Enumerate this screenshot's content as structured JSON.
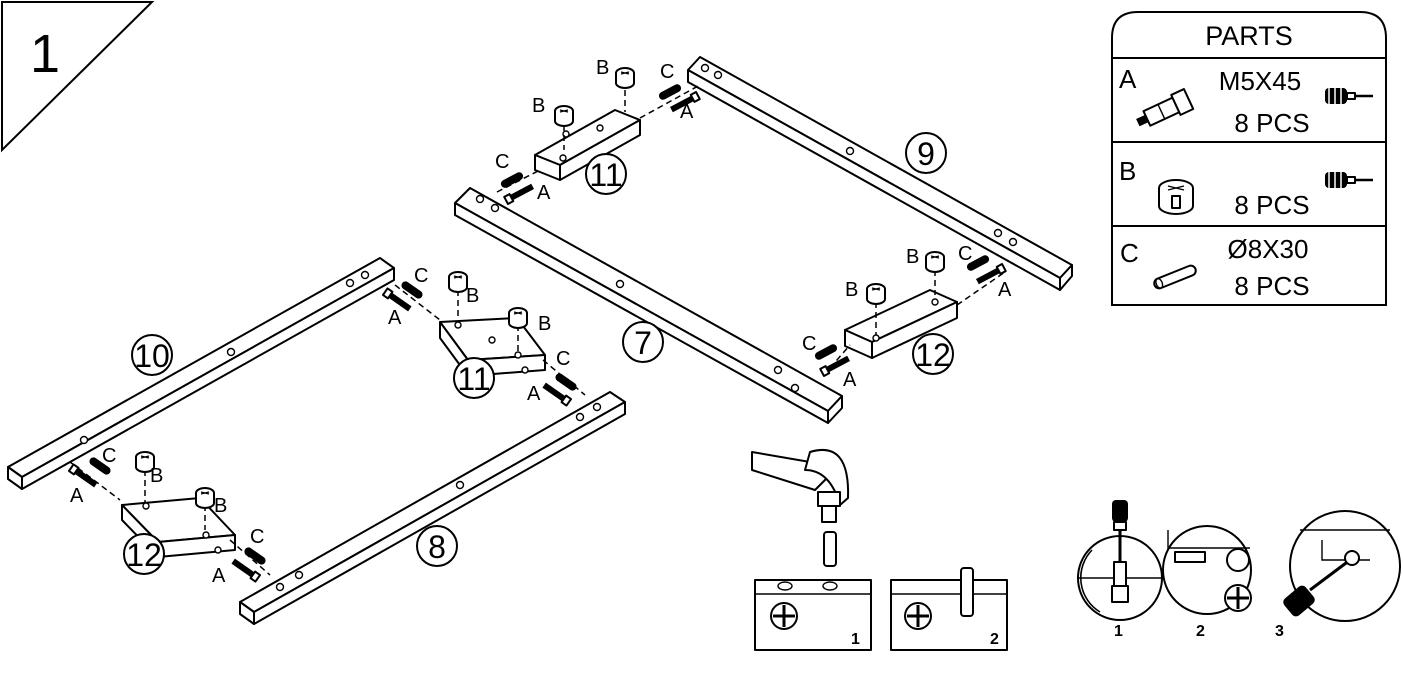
{
  "step": {
    "number": "1"
  },
  "parts_box": {
    "title": "PARTS",
    "rows": [
      {
        "letter": "A",
        "size": "M5X45",
        "qty": "8 PCS",
        "part_icon": "cam-bolt-icon",
        "tool_icon": "screwdriver-icon"
      },
      {
        "letter": "B",
        "size": "",
        "qty": "8 PCS",
        "part_icon": "cam-lock-nut-icon",
        "tool_icon": "screwdriver-icon"
      },
      {
        "letter": "C",
        "size": "Ø8X30",
        "qty": "8 PCS",
        "part_icon": "wooden-dowel-icon",
        "tool_icon": ""
      }
    ]
  },
  "panels": {
    "p7": "7",
    "p8": "8",
    "p9": "9",
    "p10": "10",
    "p11a": "11",
    "p11b": "11",
    "p12a": "12",
    "p12b": "12"
  },
  "hardware_labels": {
    "a": "A",
    "b": "B",
    "c": "C"
  },
  "hammer_detail": {
    "step1": "1",
    "step2": "2",
    "icons": [
      "hammer-icon",
      "dowel-icon",
      "cam-lock-icon"
    ]
  },
  "cam_detail": {
    "step1": "1",
    "step2": "2",
    "step3": "3",
    "icons": [
      "screwdriver-icon",
      "cam-bolt-icon",
      "rotate-arrow-icon"
    ]
  }
}
